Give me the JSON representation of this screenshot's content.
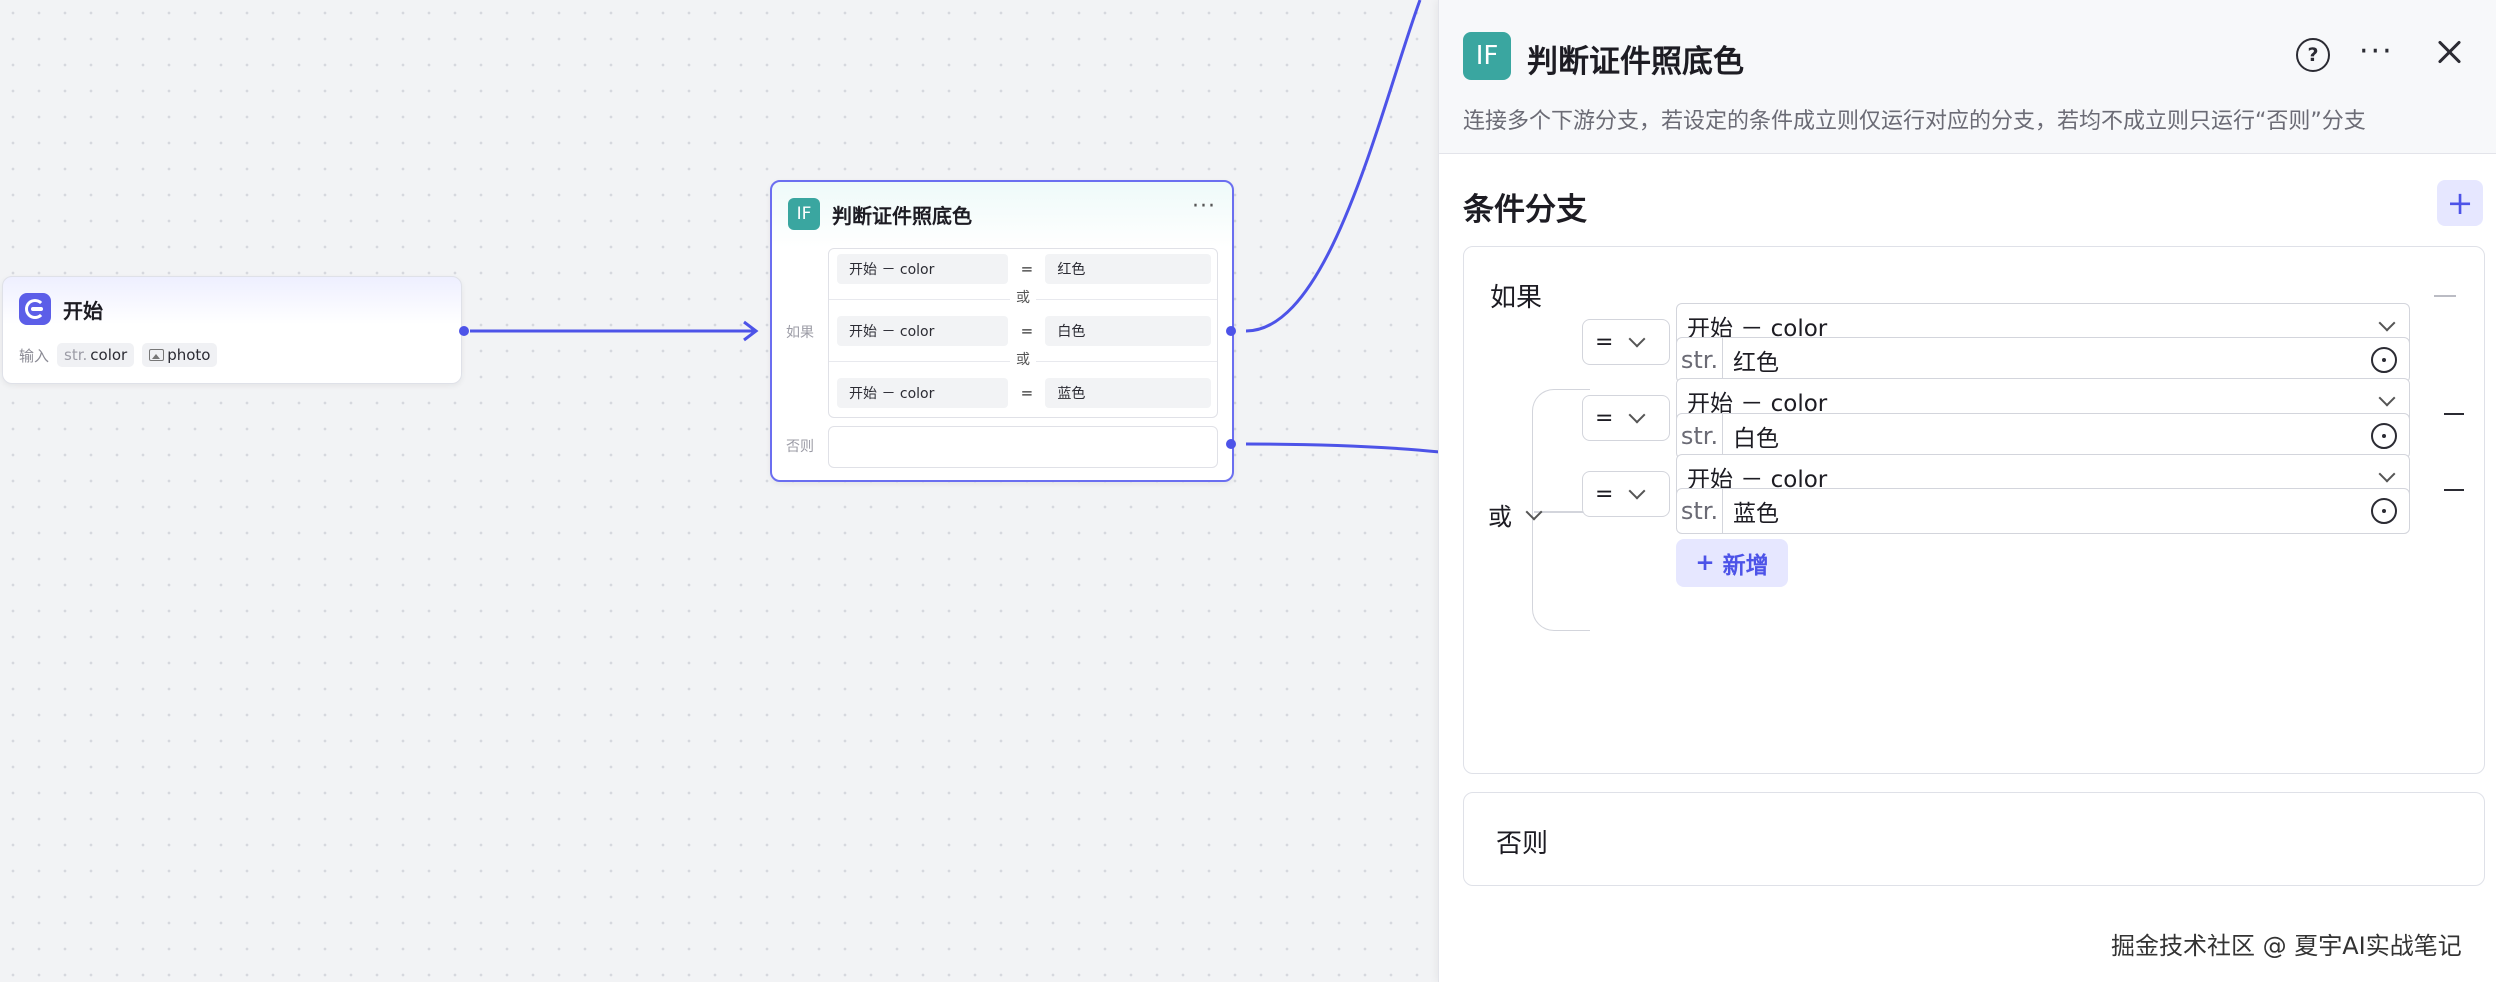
{
  "canvas": {
    "start_node": {
      "title": "开始",
      "input_label": "输入",
      "inputs": [
        {
          "prefix": "str.",
          "name": "color"
        },
        {
          "name": "photo"
        }
      ]
    },
    "if_node": {
      "icon_text": "IF",
      "title": "判断证件照底色",
      "more": "···",
      "if_label": "如果",
      "else_label": "否则",
      "conditions": [
        {
          "left": "开始 － color",
          "op": "=",
          "right": "红色"
        },
        {
          "left": "开始 － color",
          "op": "=",
          "right": "白色"
        },
        {
          "left": "开始 － color",
          "op": "=",
          "right": "蓝色"
        }
      ],
      "connector": "或"
    }
  },
  "panel": {
    "icon_text": "IF",
    "title": "判断证件照底色",
    "help": "?",
    "more": "···",
    "description": "连接多个下游分支，若设定的条件成立则仅运行对应的分支，若均不成立则只运行“否则”分支",
    "section_title": "条件分支",
    "add_branch": "+",
    "if_block": {
      "label": "如果",
      "logic": "或",
      "conditions": [
        {
          "op": "=",
          "left": "开始 － color",
          "type": "str.",
          "right": "红色"
        },
        {
          "op": "=",
          "left": "开始 － color",
          "type": "str.",
          "right": "白色"
        },
        {
          "op": "=",
          "left": "开始 － color",
          "type": "str.",
          "right": "蓝色"
        }
      ],
      "add_label": "新增",
      "add_plus": "+"
    },
    "else_block": {
      "label": "否则"
    },
    "watermark": "掘金技术社区 @ 夏宇AI实战笔记"
  },
  "colors": {
    "accent": "#4d53e8",
    "if_icon": "#3aa6a0",
    "start_icon": "#5c5ee8"
  }
}
